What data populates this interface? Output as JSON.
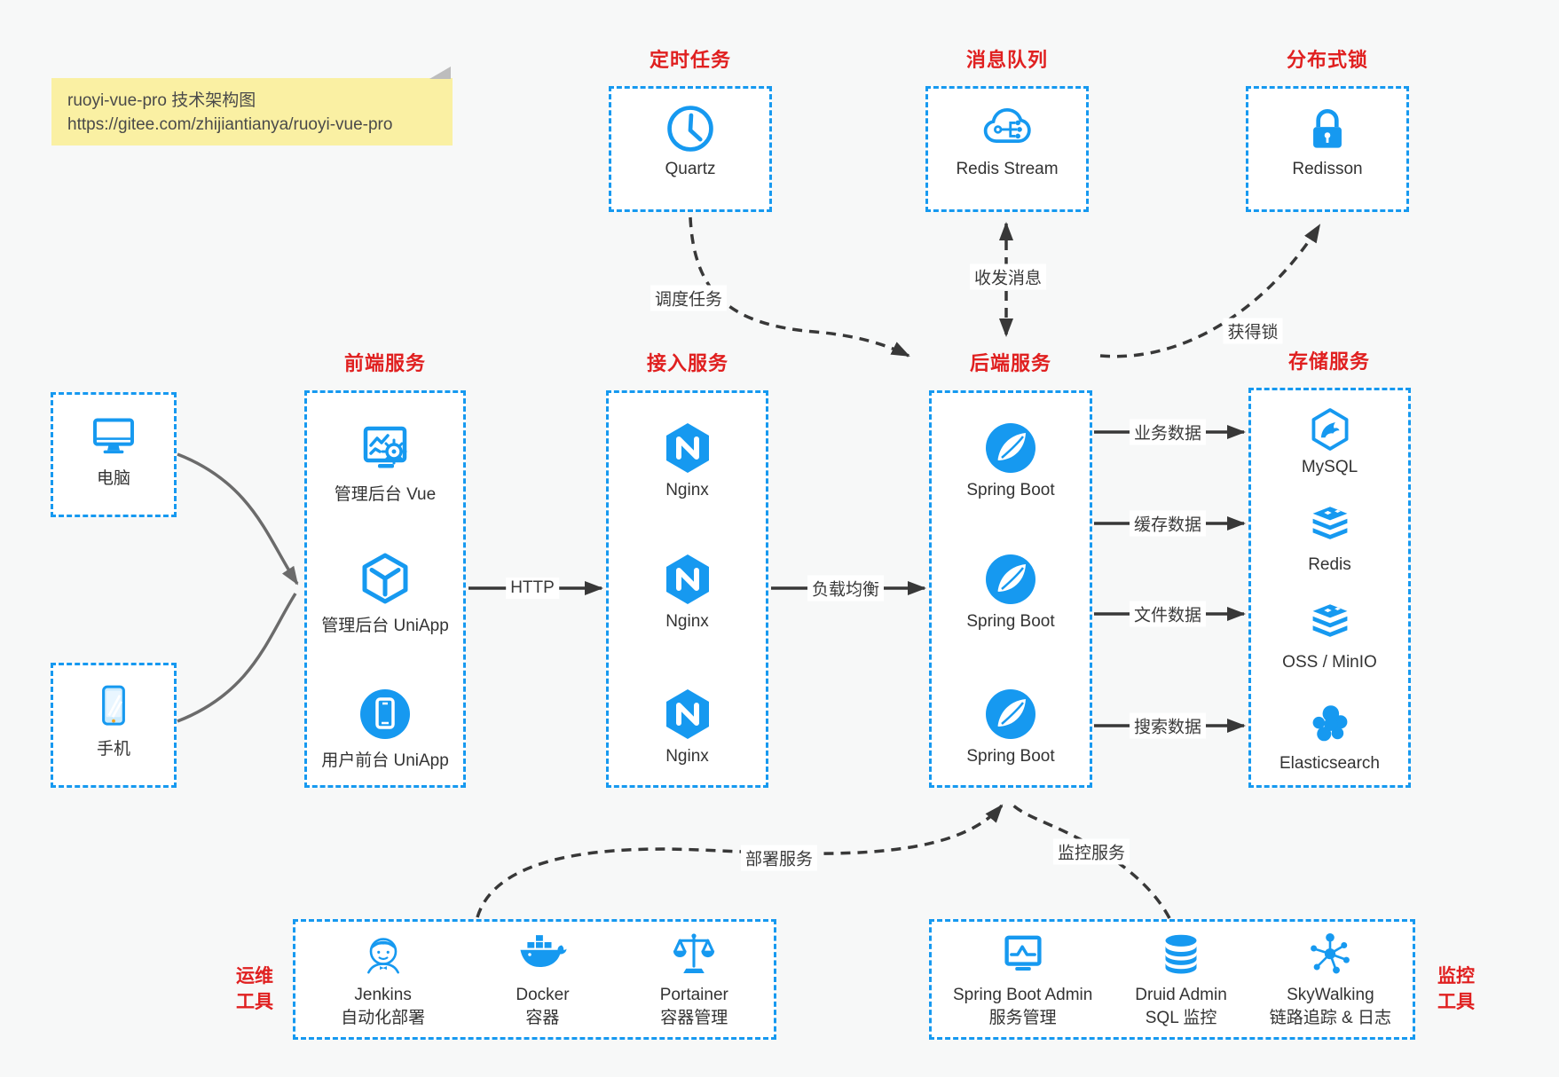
{
  "colors": {
    "accent_blue": "#1699F0",
    "title_red": "#E02020",
    "arrow_dark": "#383838",
    "client_arrow_gray": "#6B6B6B",
    "note_bg": "#FAF0A3",
    "box_bg": "#FFFFFF",
    "page_bg": "#F7F8F8"
  },
  "note": {
    "line1": "ruoyi-vue-pro 技术架构图",
    "line2": "https://gitee.com/zhijiantianya/ruoyi-vue-pro"
  },
  "top_groups": [
    {
      "title": "定时任务",
      "item": {
        "label": "Quartz",
        "icon": "clock-icon"
      }
    },
    {
      "title": "消息队列",
      "item": {
        "label": "Redis Stream",
        "icon": "cloud-mq-icon"
      }
    },
    {
      "title": "分布式锁",
      "item": {
        "label": "Redisson",
        "icon": "lock-icon"
      }
    }
  ],
  "clients": [
    {
      "label": "电脑",
      "icon": "desktop-icon"
    },
    {
      "label": "手机",
      "icon": "mobile-icon"
    }
  ],
  "columns": [
    {
      "title": "前端服务",
      "items": [
        {
          "label": "管理后台 Vue",
          "icon": "admin-vue-icon"
        },
        {
          "label": "管理后台 UniApp",
          "icon": "uniapp-cube-icon"
        },
        {
          "label": "用户前台 UniApp",
          "icon": "user-app-icon"
        }
      ]
    },
    {
      "title": "接入服务",
      "items": [
        {
          "label": "Nginx",
          "icon": "nginx-icon"
        },
        {
          "label": "Nginx",
          "icon": "nginx-icon"
        },
        {
          "label": "Nginx",
          "icon": "nginx-icon"
        }
      ]
    },
    {
      "title": "后端服务",
      "items": [
        {
          "label": "Spring Boot",
          "icon": "spring-icon"
        },
        {
          "label": "Spring Boot",
          "icon": "spring-icon"
        },
        {
          "label": "Spring Boot",
          "icon": "spring-icon"
        }
      ]
    },
    {
      "title": "存储服务",
      "items": [
        {
          "label": "MySQL",
          "icon": "mysql-icon"
        },
        {
          "label": "Redis",
          "icon": "redis-stack-icon"
        },
        {
          "label": "OSS / MinIO",
          "icon": "oss-stack-icon"
        },
        {
          "label": "Elasticsearch",
          "icon": "elasticsearch-icon"
        }
      ]
    }
  ],
  "edges": {
    "http": "HTTP",
    "load_balance": "负载均衡",
    "schedule": "调度任务",
    "message": "收发消息",
    "lock": "获得锁",
    "business": "业务数据",
    "cache": "缓存数据",
    "file": "文件数据",
    "search": "搜索数据",
    "deploy": "部署服务",
    "monitor": "监控服务"
  },
  "bottom_groups": [
    {
      "side_label": {
        "line1": "运维",
        "line2": "工具"
      },
      "items": [
        {
          "label": "Jenkins",
          "sub": "自动化部署",
          "icon": "jenkins-icon"
        },
        {
          "label": "Docker",
          "sub": "容器",
          "icon": "docker-icon"
        },
        {
          "label": "Portainer",
          "sub": "容器管理",
          "icon": "portainer-icon"
        }
      ]
    },
    {
      "side_label": {
        "line1": "监控",
        "line2": "工具"
      },
      "items": [
        {
          "label": "Spring Boot Admin",
          "sub": "服务管理",
          "icon": "sba-monitor-icon"
        },
        {
          "label": "Druid Admin",
          "sub": "SQL 监控",
          "icon": "druid-db-icon"
        },
        {
          "label": "SkyWalking",
          "sub": "链路追踪 & 日志",
          "icon": "skywalking-icon"
        }
      ]
    }
  ]
}
